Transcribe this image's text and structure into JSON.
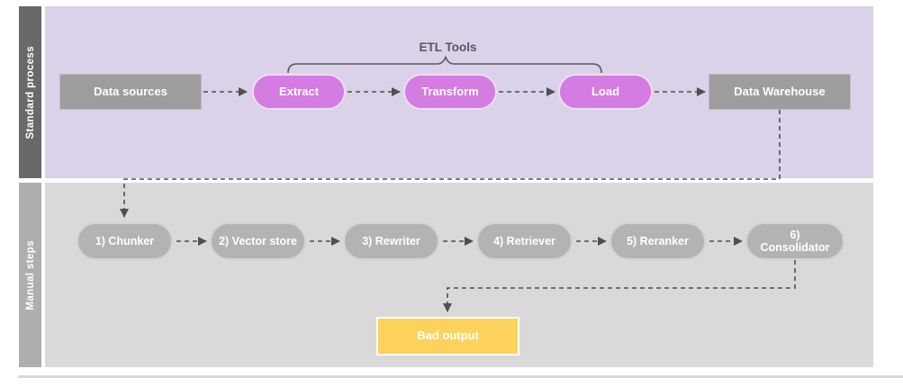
{
  "lanes": {
    "standard": {
      "label": "Standard process"
    },
    "manual": {
      "label": "Manual steps"
    }
  },
  "standard_process": {
    "etl_tools_label": "ETL Tools",
    "data_sources": "Data sources",
    "extract": "Extract",
    "transform": "Transform",
    "load": "Load",
    "data_warehouse": "Data Warehouse"
  },
  "manual_steps": {
    "steps": [
      "1) Chunker",
      "2) Vector store",
      "3) Rewriter",
      "4) Retriever",
      "5) Reranker",
      "6) Consolidator"
    ],
    "bad_output": "Bad output"
  },
  "edges": [
    {
      "from": "Data sources",
      "to": "Extract",
      "style": "dashed"
    },
    {
      "from": "Extract",
      "to": "Transform",
      "style": "dashed"
    },
    {
      "from": "Transform",
      "to": "Load",
      "style": "dashed"
    },
    {
      "from": "Load",
      "to": "Data Warehouse",
      "style": "dashed"
    },
    {
      "from": "Data Warehouse",
      "to": "1) Chunker",
      "style": "dashed"
    },
    {
      "from": "1) Chunker",
      "to": "2) Vector store",
      "style": "dashed"
    },
    {
      "from": "2) Vector store",
      "to": "3) Rewriter",
      "style": "dashed"
    },
    {
      "from": "3) Rewriter",
      "to": "4) Retriever",
      "style": "dashed"
    },
    {
      "from": "4) Retriever",
      "to": "5) Reranker",
      "style": "dashed"
    },
    {
      "from": "5) Reranker",
      "to": "6) Consolidator",
      "style": "dashed"
    },
    {
      "from": "6) Consolidator",
      "to": "Bad output",
      "style": "dashed"
    }
  ],
  "colors": {
    "standard_lane_bg": "#d9d2e9",
    "manual_lane_bg": "#d9d9d9",
    "standard_strip_bg": "#696969",
    "manual_strip_bg": "#aeaeae",
    "gray_rect_node": "#9d9d9d",
    "purple_pill": "#d47ce2",
    "gray_pill": "#b3b3b3",
    "bad_output_yellow": "#fcd25d",
    "connector": "#4f4f4f",
    "node_text": "#ffffff",
    "etl_label_text": "#595959"
  }
}
